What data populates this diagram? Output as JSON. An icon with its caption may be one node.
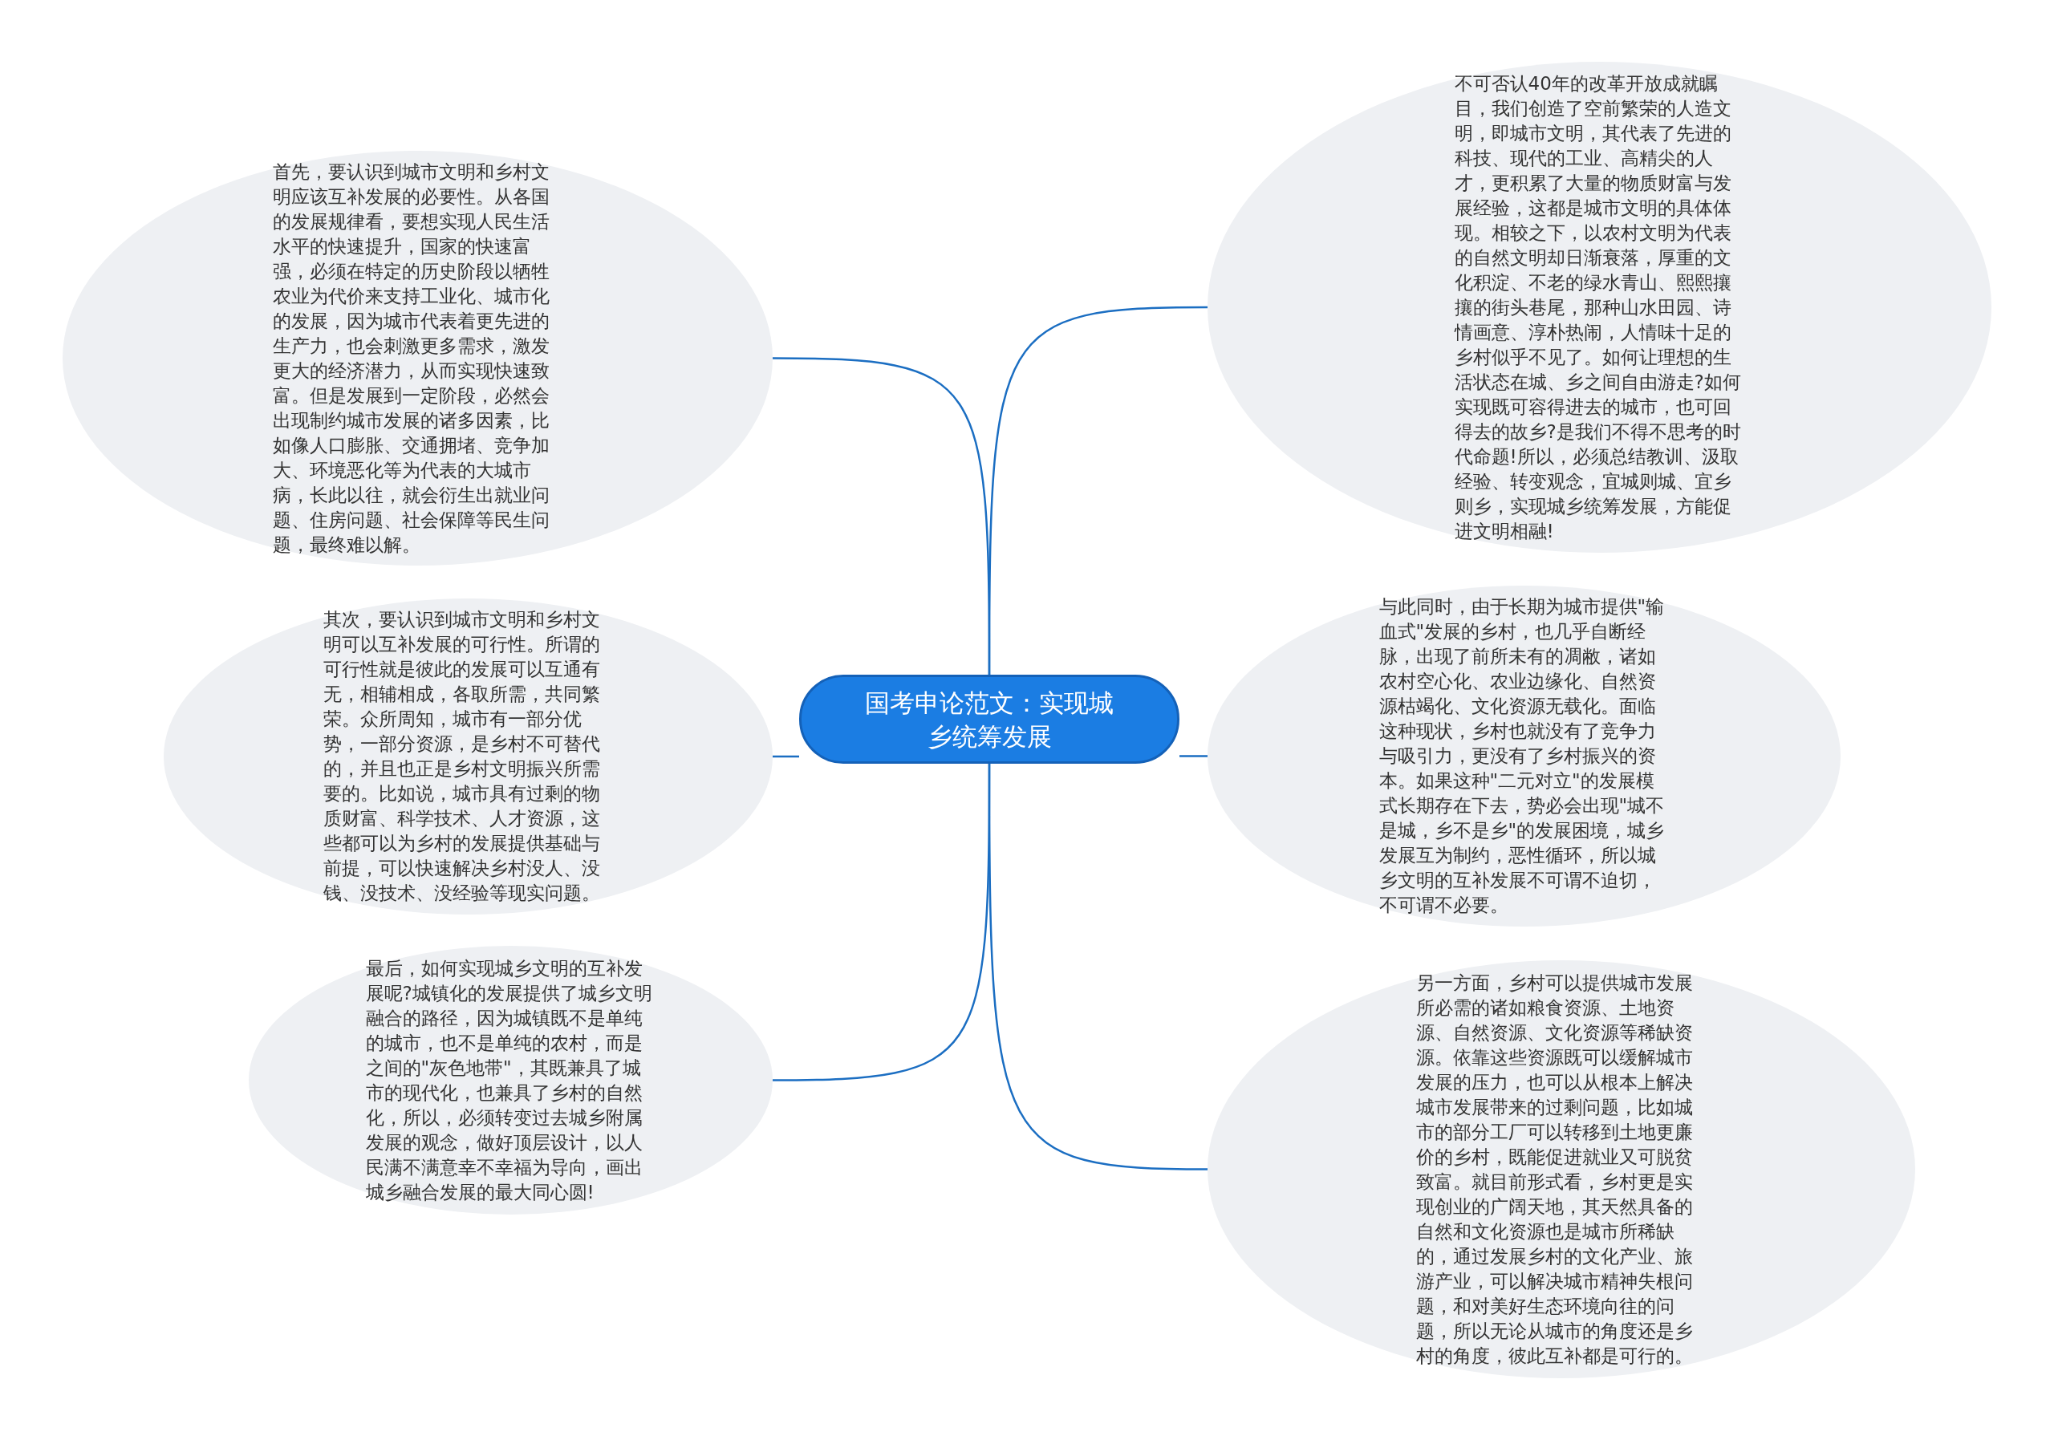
{
  "diagram": {
    "nodes": [
      {
        "text": [
          "国考申论范文：实现城乡统筹发展"
        ]
      },
      {
        "text": [
          "不可否认40年的改革开放成就瞩目，我们创造了空前繁荣的人造文明，即城市文明，其代表了先进的科技、现代的工业、高精尖的人才，更积累了大量的物质财富与发展经验，这都是城市文明的具体体现。相较之下，以农村文明为代表的自然文明却日渐衰落，厚重的文化积淀、不老的绿水青山、熙熙攘攘的街头巷尾，那种山水田园、诗情画意、淳朴热闹，人情味十足的乡村似乎不见了。如何让理想的生活状态在城、乡之间自由游走?如何实现既可容得进去的城市，也可回得去的故乡?是我们不得不思考的时代命题!所以，必须总结教训、汲取经验、转变观念，宜城则城、宜乡则乡，实现城乡统筹发展，方能促进文明相融!"
        ]
      },
      {
        "text": [
          "与此同时，由于长期为城市提供\"输血式\"发展的乡村，也几乎自断经脉，出现了前所未有的凋敝，诸如农村空心化、农业边缘化、自然资源枯竭化、文化资源无载化。面临这种现状，乡村也就没有了竞争力与吸引力，更没有了乡村振兴的资本。如果这种\"二元对立\"的发展模式长期存在下去，势必会出现\"城不是城，乡不是乡\"的发展困境，城乡发展互为制约，恶性循环，所以城乡文明的互补发展不可谓不迫切，不可谓不必要。"
        ]
      },
      {
        "text": [
          "另一方面，乡村可以提供城市发展所必需的诸如粮食资源、土地资源、自然资源、文化资源等稀缺资源。依靠这些资源既可以缓解城市发展的压力，也可以从根本上解决城市发展带来的过剩问题，比如城市的部分工厂可以转移到土地更廉价的乡村，既能促进就业又可脱贫致富。就目前形式看，乡村更是实现创业的广阔天地，其天然具备的自然和文化资源也是城市所稀缺的，通过发展乡村的文化产业、旅游产业，可以解决城市精神失根问题，和对美好生态环境向往的问题，所以无论从城市的角度还是乡村的角度，彼此互补都是可行的。"
        ]
      },
      {
        "text": [
          "首先，要认识到城市文明和乡村文明应该互补发展的必要性。从各国的发展规律看，要想实现人民生活水平的快速提升，国家的快速富强，必须在特定的历史阶段以牺牲农业为代价来支持工业化、城市化的发展，因为城市代表着更先进的生产力，也会刺激更多需求，激发更大的经济潜力，从而实现快速致富。但是发展到一定阶段，必然会出现制约城市发展的诸多因素，比如像人口膨胀、交通拥堵、竞争加大、环境恶化等为代表的大城市病，长此以往，就会衍生出就业问题、住房问题、社会保障等民生问题，最终难以解。"
        ]
      },
      {
        "text": [
          "其次，要认识到城市文明和乡村文明可以互补发展的可行性。所谓的可行性就是彼此的发展可以互通有无，相辅相成，各取所需，共同繁荣。众所周知，城市有一部分优势，一部分资源，是乡村不可替代的，并且也正是乡村文明振兴所需要的。比如说，城市具有过剩的物质财富、科学技术、人才资源，这些都可以为乡村的发展提供基础与前提，可以快速解决乡村没人、没钱、没技术、没经验等现实问题。"
        ]
      },
      {
        "text": [
          "最后，如何实现城乡文明的互补发展呢?城镇化的发展提供了城乡文明融合的路径，因为城镇既不是单纯的城市，也不是单纯的农村，而是之间的\"灰色地带\"，其既兼具了城市的现代化，也兼具了乡村的自然化，所以，必须转变过去城乡附属发展的观念，做好顶层设计，以人民满不满意幸不幸福为导向，画出城乡融合发展的最大同心圆!"
        ]
      }
    ],
    "edges": [
      {
        "from": 0,
        "to": 1,
        "arrow": "none"
      },
      {
        "from": 0,
        "to": 2,
        "arrow": "none"
      },
      {
        "from": 0,
        "to": 3,
        "arrow": "none"
      },
      {
        "from": 0,
        "to": 4,
        "arrow": "none"
      },
      {
        "from": 0,
        "to": 5,
        "arrow": "none"
      },
      {
        "from": 0,
        "to": 6,
        "arrow": "none"
      }
    ]
  }
}
